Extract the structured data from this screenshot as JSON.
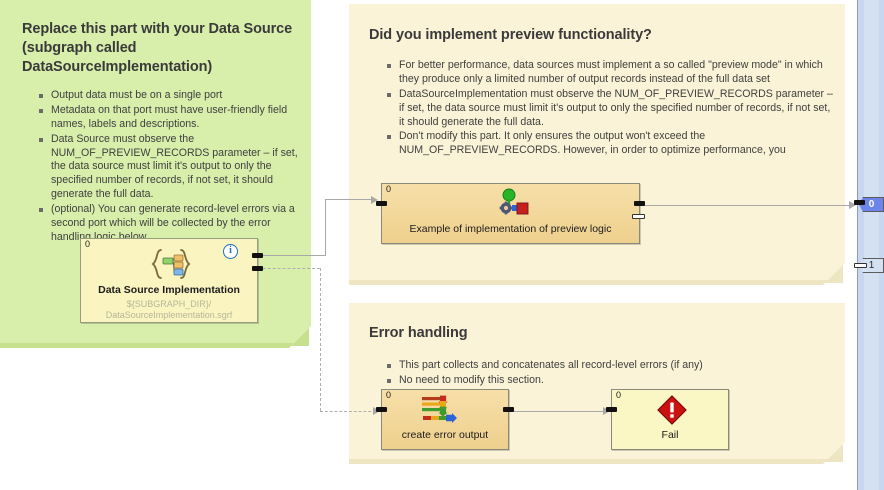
{
  "app": {
    "type": "graph-editor-canvas",
    "colors": {
      "note_green": "#d8eeab",
      "note_yellow": "#faf3d7",
      "node_subgraph": "#f9f4c0",
      "node_phase": "#f2d79a",
      "wire": "#a8a8a8",
      "selected_port": "#6d85e8",
      "right_panel": "#d4e1f3"
    }
  },
  "notes": {
    "data_source": {
      "title": "Replace this part with your Data Source (subgraph called DataSourceImplementation)",
      "bullets": [
        "Output data must be on a single port",
        "Metadata on that port must have user-friendly field names, labels and descriptions.",
        "Data Source must observe the NUM_OF_PREVIEW_RECORDS parameter – if set, the data source must limit it's output to only the specified number of records, if not set, it should generate the full data.",
        "(optional) You can generate record-level errors via a second port which will be collected by the error handling logic below"
      ]
    },
    "preview": {
      "title": "Did you implement preview functionality?",
      "bullets": [
        "For better performance, data sources must implement a so called \"preview mode\" in which they produce only a limited number of output records instead of the full data set",
        "DataSourceImplementation must observe the NUM_OF_PREVIEW_RECORDS parameter – if set, the data source must limit it's output to only the specified number of records, if not set, it should generate the full data.",
        "Don't modify this part. It only ensures the output won't exceed the NUM_OF_PREVIEW_RECORDS. However, in order to optimize performance, you"
      ]
    },
    "error_handling": {
      "title": "Error handling",
      "bullets": [
        "This part collects and concatenates all record-level errors (if any)",
        "No need to modify this section."
      ]
    }
  },
  "nodes": {
    "data_source_implementation": {
      "port_in": "0",
      "label": "Data Source Implementation",
      "sub_line1": "${SUBGRAPH_DIR}/",
      "sub_line2": "DataSourceImplementation.sgrf",
      "icon": "subgraph-braces-icon",
      "badge": "i"
    },
    "preview_logic": {
      "port_in": "0",
      "label": "Example of implementation of preview logic",
      "icon": "phase-gear-arrow-icon"
    },
    "create_error_output": {
      "port_in": "0",
      "label": "create error output",
      "icon": "concatenate-arrows-icon"
    },
    "fail": {
      "port_in": "0",
      "label": "Fail",
      "icon": "error-diamond-icon"
    }
  },
  "right_panel": {
    "ports": [
      {
        "id": "0",
        "selected": true
      },
      {
        "id": "1",
        "selected": false
      }
    ]
  }
}
